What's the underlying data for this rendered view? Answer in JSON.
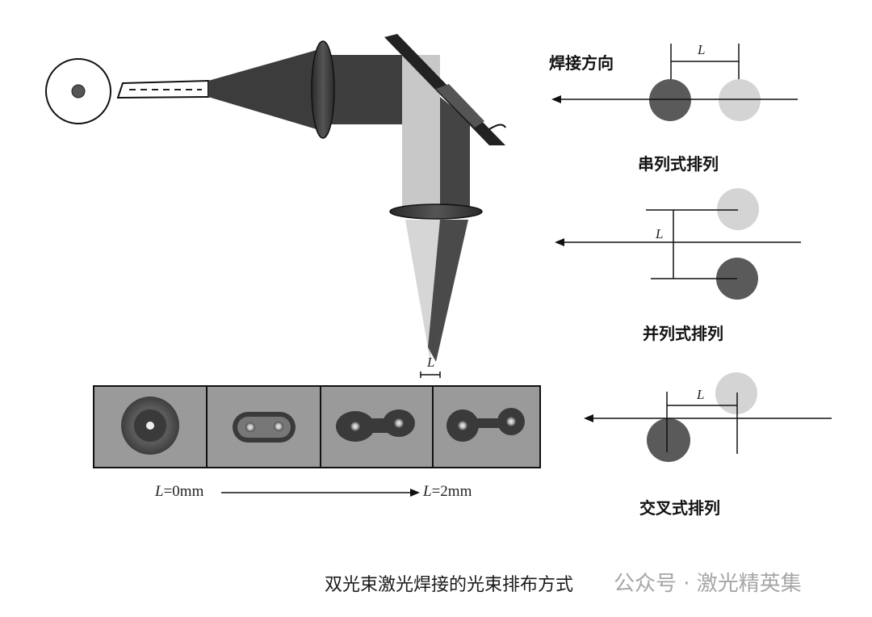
{
  "labels": {
    "direction": "焊接方向",
    "series": "串列式排列",
    "parallel": "并列式排列",
    "cross": "交叉式排列",
    "L": "L"
  },
  "range": {
    "start_var": "L",
    "start_val": "=0mm",
    "end_var": "L",
    "end_val": "=2mm"
  },
  "caption": "双光束激光焊接的光束排布方式",
  "watermark": "公众号 · 激光精英集",
  "colors": {
    "dark_beam": "#4a4a4a",
    "light_beam": "#cfcfcf",
    "dark_spot": "#5a5a5a",
    "light_spot": "#d4d4d4",
    "panel_bg": "#9a9a9a"
  }
}
